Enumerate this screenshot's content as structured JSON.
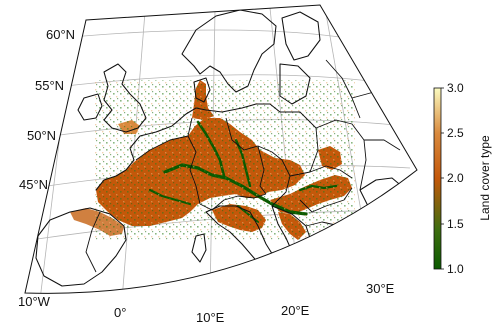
{
  "figure": {
    "lat_labels": [
      "60°N",
      "55°N",
      "50°N",
      "45°N"
    ],
    "lon_labels": [
      "10°W",
      "0°",
      "10°E",
      "20°E",
      "30°E"
    ],
    "colorbar": {
      "label": "Land cover type",
      "min": 1.0,
      "max": 3.0,
      "ticks": [
        "3.0",
        "2.5",
        "2.0",
        "1.5",
        "1.0"
      ],
      "colors": {
        "low": "#0b5a00",
        "mid": "#c4580a",
        "high": "#fbfbc0"
      }
    }
  }
}
